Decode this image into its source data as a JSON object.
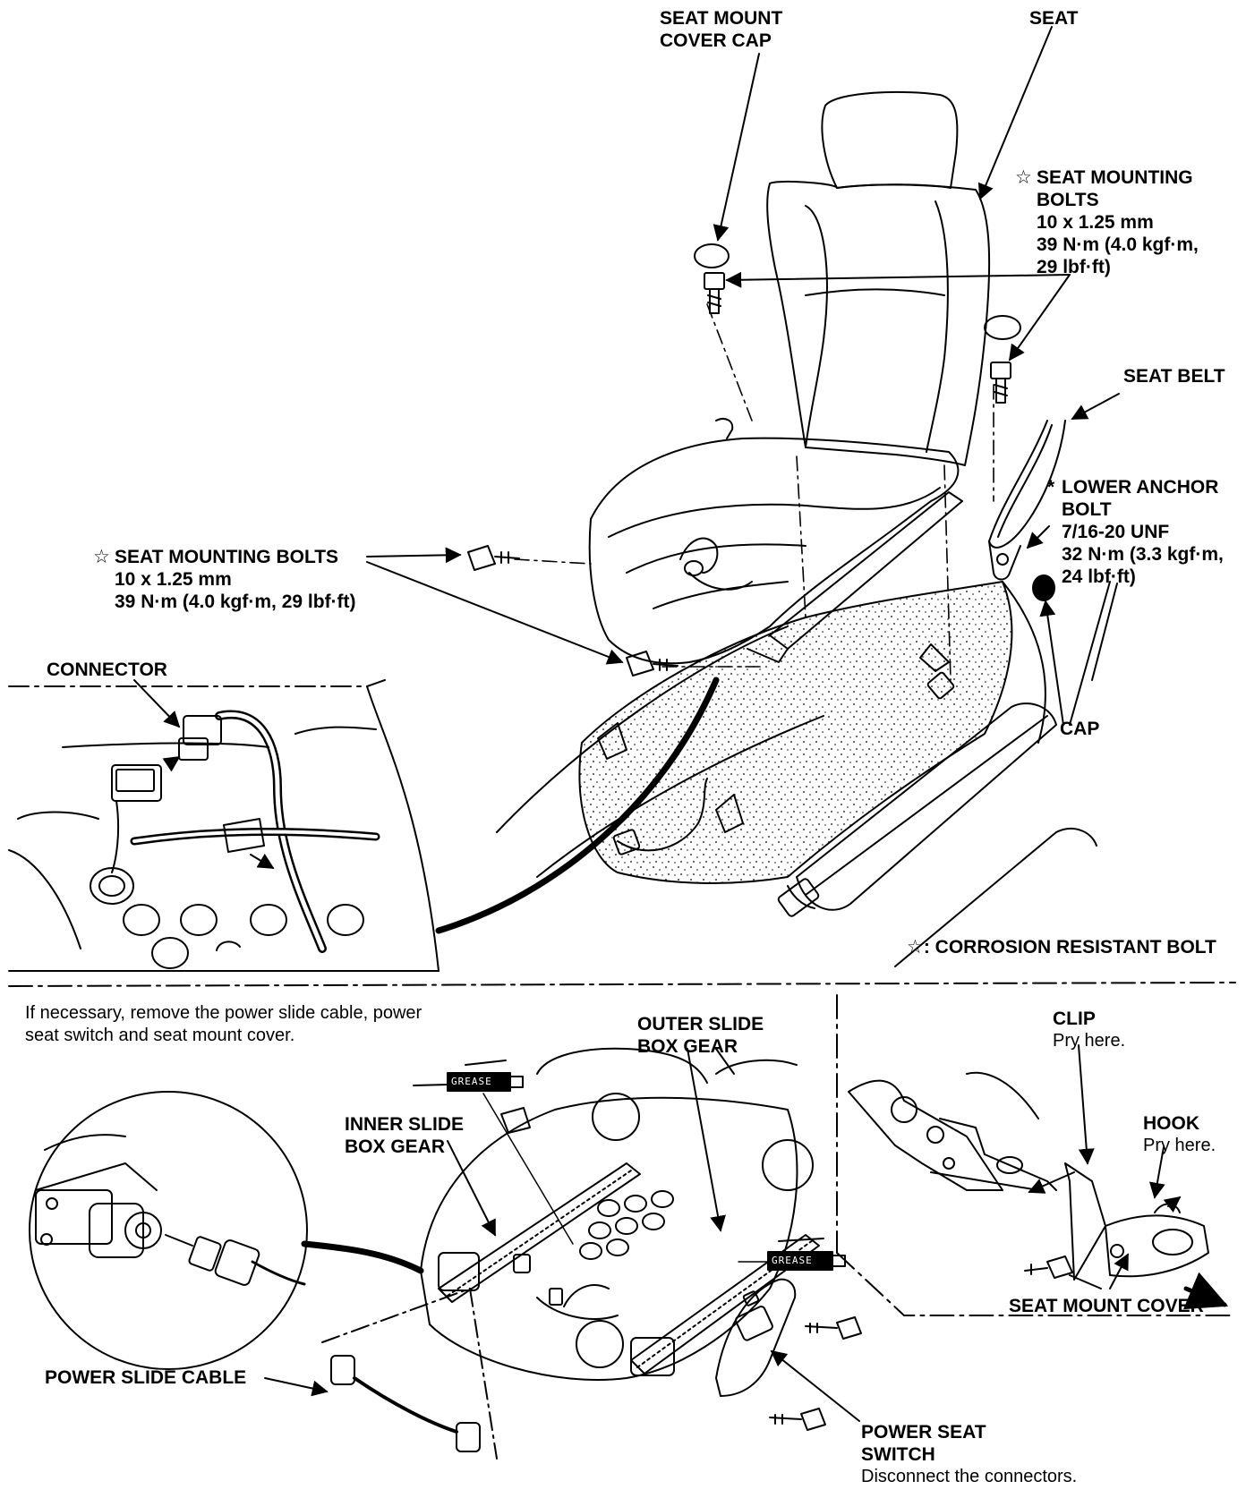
{
  "labels": {
    "seat_mount_cover_cap": [
      "SEAT MOUNT",
      "COVER CAP"
    ],
    "seat": "SEAT",
    "seat_mounting_bolts_right": {
      "marker": "☆",
      "lines": [
        "SEAT MOUNTING",
        "BOLTS",
        "10 x 1.25 mm",
        "39 N·m (4.0 kgf·m,",
        "29 lbf·ft)"
      ]
    },
    "seat_belt": "SEAT BELT",
    "lower_anchor_bolt": {
      "marker": "*",
      "lines": [
        "LOWER ANCHOR",
        "BOLT",
        "7/16-20 UNF",
        "32 N·m (3.3 kgf·m,",
        "24 lbf·ft)"
      ]
    },
    "seat_mounting_bolts_left": {
      "marker": "☆",
      "lines": [
        "SEAT MOUNTING BOLTS",
        "10 x 1.25 mm",
        "39 N·m (4.0 kgf·m, 29 lbf·ft)"
      ]
    },
    "connector": "CONNECTOR",
    "cap": "CAP",
    "corrosion_note": {
      "marker": "☆",
      "text": ": CORROSION RESISTANT BOLT"
    },
    "instruction": [
      "If necessary, remove the power slide cable, power",
      "seat switch and seat mount cover."
    ],
    "outer_slide_box_gear": [
      "OUTER SLIDE",
      "BOX GEAR"
    ],
    "inner_slide_box_gear": [
      "INNER SLIDE",
      "BOX GEAR"
    ],
    "clip": "CLIP",
    "clip_note": "Pry here.",
    "hook": "HOOK",
    "hook_note": "Pry here.",
    "seat_mount_cover": "SEAT MOUNT COVER",
    "power_slide_cable": "POWER SLIDE CABLE",
    "power_seat_switch": [
      "POWER SEAT",
      "SWITCH"
    ],
    "power_seat_switch_note": "Disconnect the connectors.",
    "grease": "GREASE"
  }
}
